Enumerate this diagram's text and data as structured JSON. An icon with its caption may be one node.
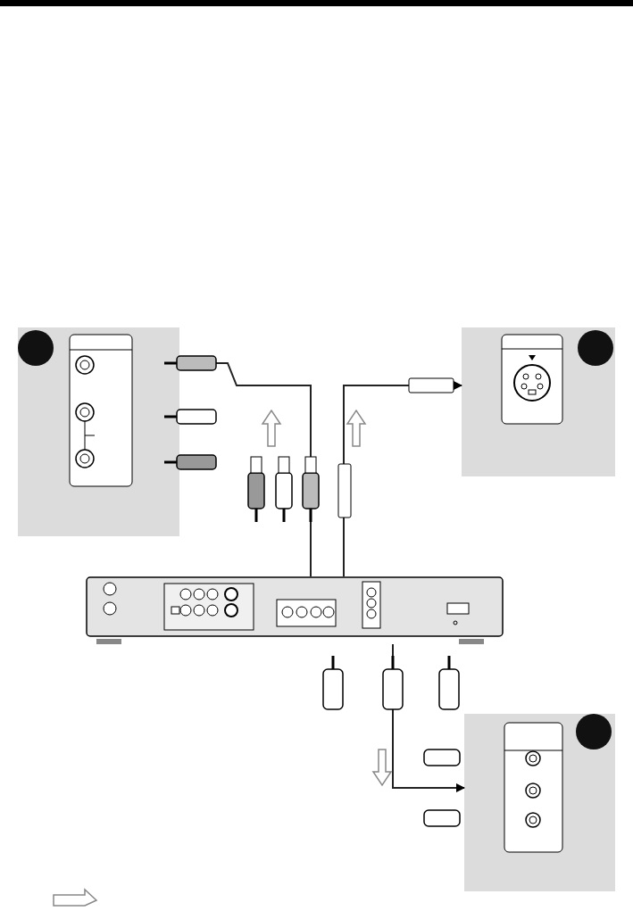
{
  "diagram": {
    "nodes": [
      {
        "text": [],
        "shape": "box"
      },
      {
        "text": [],
        "shape": "box"
      },
      {
        "text": [],
        "shape": "box"
      },
      {
        "text": [],
        "shape": "box"
      }
    ],
    "edges": [
      {
        "from": 2,
        "to": 0,
        "arrow": "to"
      },
      {
        "from": 2,
        "to": 1,
        "arrow": "to"
      },
      {
        "from": 2,
        "to": 3,
        "arrow": "to"
      }
    ]
  }
}
